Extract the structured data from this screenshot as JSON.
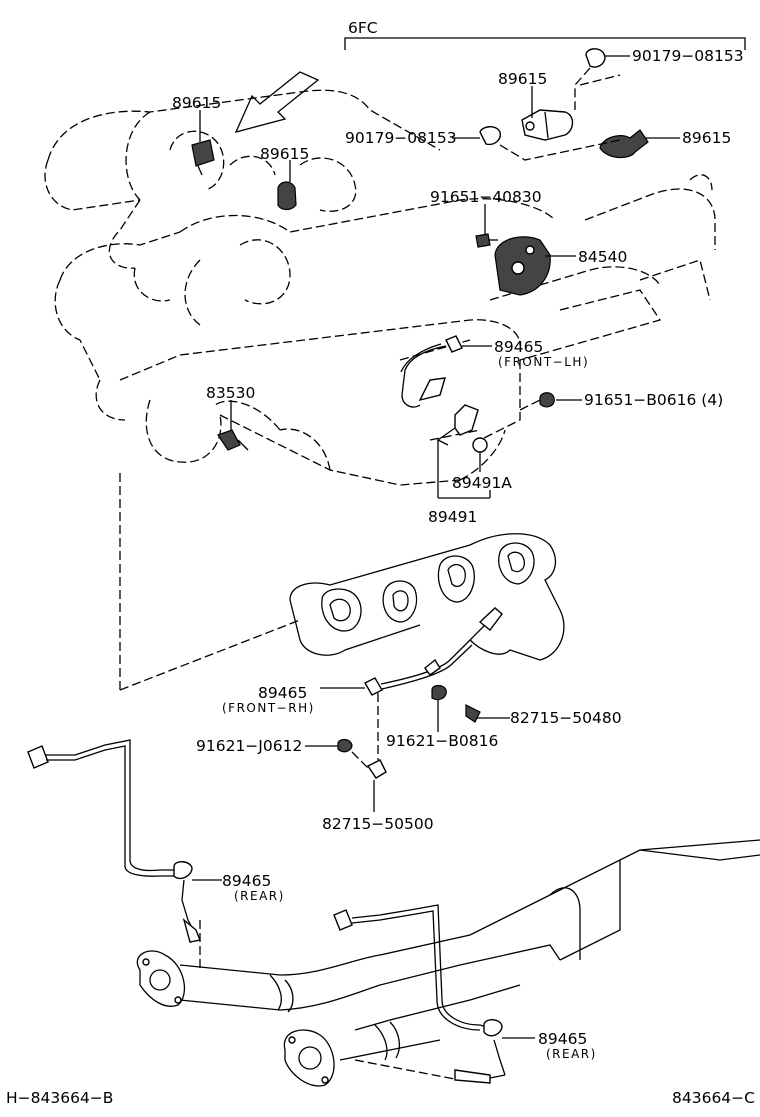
{
  "header": {
    "group_code": "6FC"
  },
  "labels": {
    "p89615_a": "89615",
    "p89615_b": "89615",
    "p89615_c": "89615",
    "p89615_d": "89615",
    "p90179_a": "90179−08153",
    "p90179_b": "90179−08153",
    "p91651_40830": "91651−40830",
    "p84540": "84540",
    "p89465_flh": "89465",
    "p89465_flh_sub": "(FRONT−LH)",
    "p91651_b0616": "91651−B0616 (4)",
    "p83530": "83530",
    "p89491a": "89491A",
    "p89491": "89491",
    "p89465_frh": "89465",
    "p89465_frh_sub": "(FRONT−RH)",
    "p82715_50480": "82715−50480",
    "p91621_j0612": "91621−J0612",
    "p91621_b0816": "91621−B0816",
    "p82715_50500": "82715−50500",
    "p89465_rear1": "89465",
    "p89465_rear1_sub": "(REAR)",
    "p89465_rear2": "89465",
    "p89465_rear2_sub": "(REAR)"
  },
  "footer": {
    "left_code": "H−843664−B",
    "right_code": "843664−C"
  }
}
